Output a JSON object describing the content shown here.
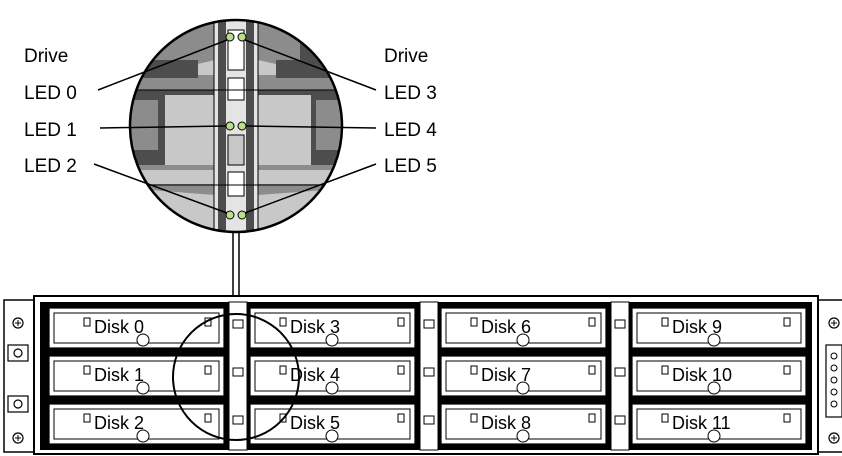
{
  "callouts": {
    "left": [
      "Drive",
      "LED 0",
      "LED 1",
      "LED 2"
    ],
    "right": [
      "Drive",
      "LED 3",
      "LED 4",
      "LED 5"
    ]
  },
  "disks": [
    [
      "Disk 0",
      "Disk 3",
      "Disk 6",
      "Disk 9"
    ],
    [
      "Disk 1",
      "Disk 4",
      "Disk 7",
      "Disk 10"
    ],
    [
      "Disk 2",
      "Disk 5",
      "Disk 8",
      "Disk 11"
    ]
  ],
  "colors": {
    "led": "#b8e08a",
    "gray_dark": "#4d4d4d",
    "gray_mid": "#8c8c8c",
    "gray_light": "#c8c8c8",
    "gray_pale": "#e4e4e4"
  }
}
